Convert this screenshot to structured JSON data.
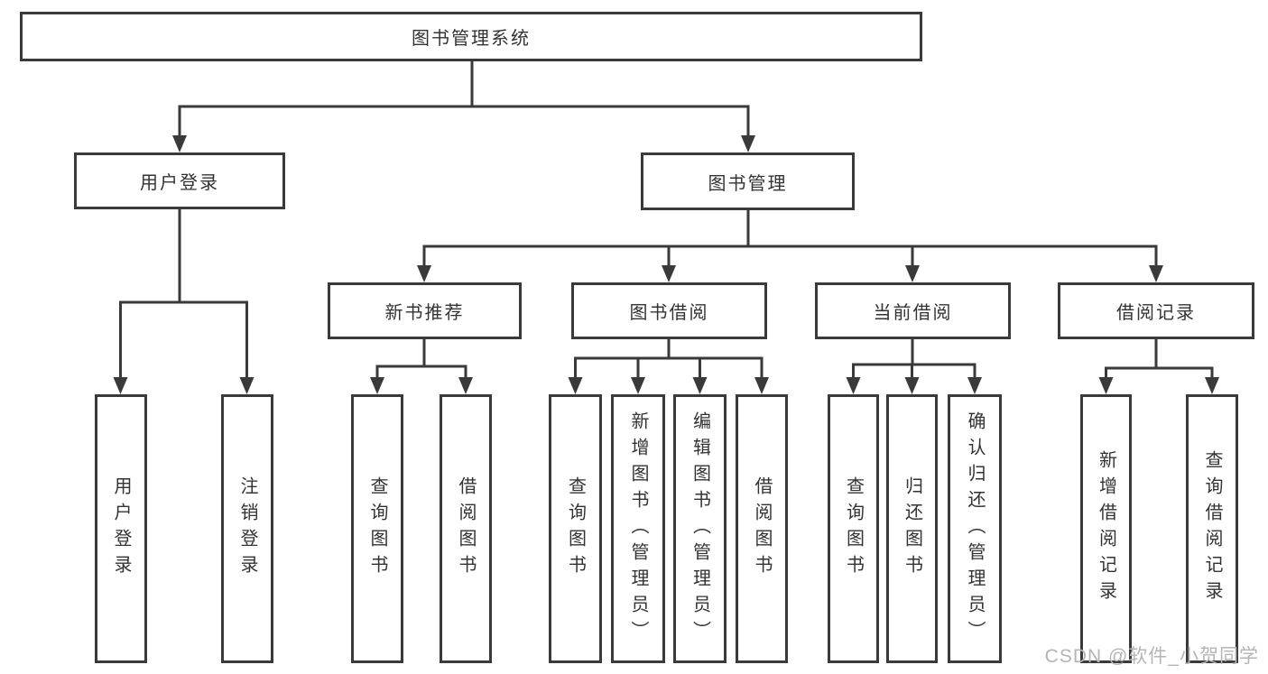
{
  "diagram": {
    "root": {
      "label": "图书管理系统"
    },
    "branches": [
      {
        "label": "用户登录",
        "children": [
          {
            "label": "用户登录"
          },
          {
            "label": "注销登录"
          }
        ]
      },
      {
        "label": "图书管理",
        "groups": [
          {
            "label": "新书推荐",
            "children": [
              {
                "label": "查询图书"
              },
              {
                "label": "借阅图书"
              }
            ]
          },
          {
            "label": "图书借阅",
            "children": [
              {
                "label": "查询图书"
              },
              {
                "label": "新增图书（管理员）"
              },
              {
                "label": "编辑图书（管理员）"
              },
              {
                "label": "借阅图书"
              }
            ]
          },
          {
            "label": "当前借阅",
            "children": [
              {
                "label": "查询图书"
              },
              {
                "label": "归还图书"
              },
              {
                "label": "确认归还（管理员）"
              }
            ]
          },
          {
            "label": "借阅记录",
            "children": [
              {
                "label": "新增借阅记录"
              },
              {
                "label": "查询借阅记录"
              }
            ]
          }
        ]
      }
    ]
  },
  "watermark": {
    "text": "CSDN @软件_小贺同学"
  },
  "colors": {
    "line": "#3a3a3a",
    "text": "#333333",
    "watermark": "#b5b5b5",
    "background": "#ffffff"
  }
}
